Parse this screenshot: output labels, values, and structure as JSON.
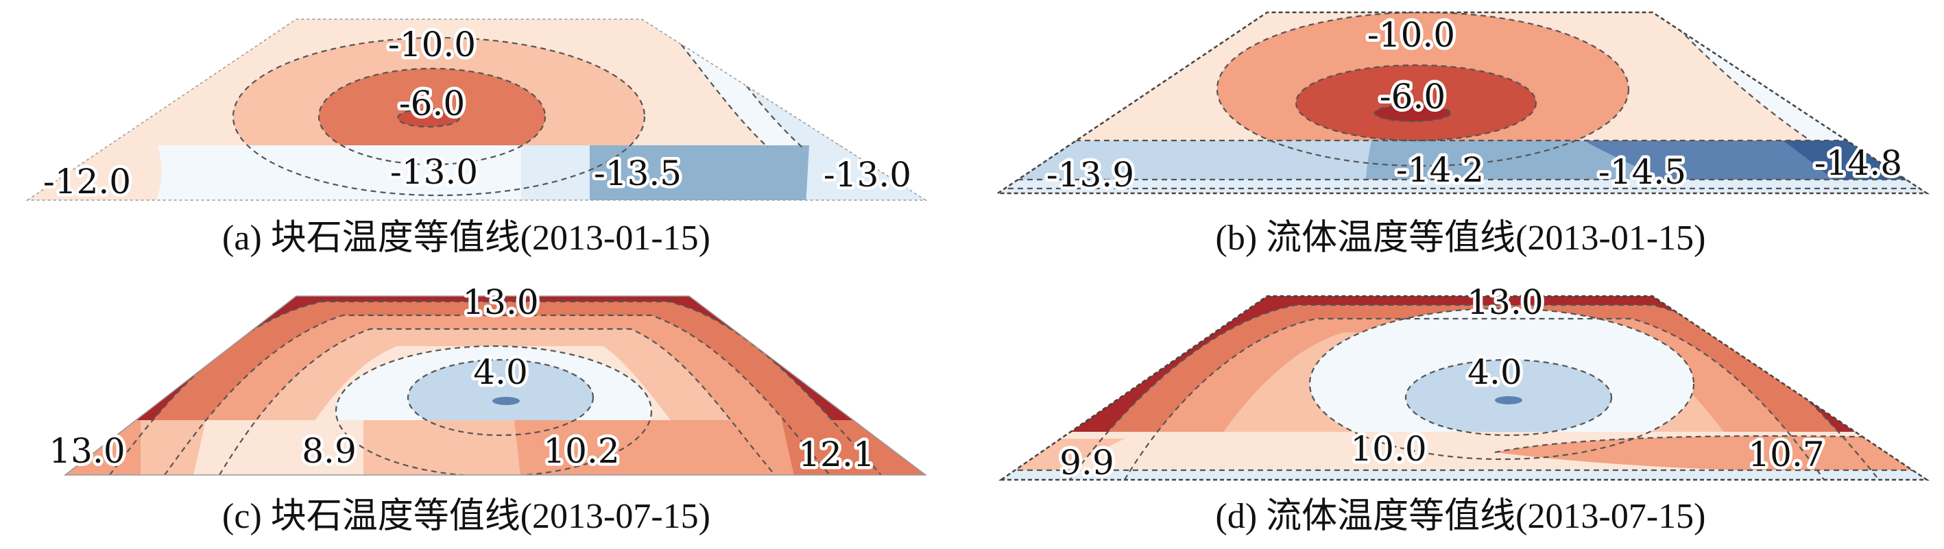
{
  "colors": {
    "warm_1": "#fce6d8",
    "warm_2": "#f8c3a8",
    "warm_3": "#f3a283",
    "warm_4": "#e27a5d",
    "warm_5": "#cc4f40",
    "warm_6": "#a8282c",
    "cool_0": "#f3f8fc",
    "cool_1": "#e1edf7",
    "cool_2": "#c3d8ea",
    "cool_3": "#8fb2cf",
    "cool_4": "#5d82b1",
    "cool_5": "#3a5f95"
  },
  "panels": [
    {
      "caption": "(a) 块石温度等值线(2013-01-15)",
      "labels": [
        "-10.0",
        "-6.0",
        "-12.0",
        "-13.0",
        "-13.5",
        "-13.0"
      ]
    },
    {
      "caption": "(b) 流体温度等值线(2013-01-15)",
      "labels": [
        "-10.0",
        "-6.0",
        "-13.9",
        "-14.2",
        "-14.5",
        "-14.8"
      ]
    },
    {
      "caption": "(c) 块石温度等值线(2013-07-15)",
      "labels": [
        "13.0",
        "4.0",
        "13.0",
        "8.9",
        "10.2",
        "12.1"
      ]
    },
    {
      "caption": "(d) 流体温度等值线(2013-07-15)",
      "labels": [
        "13.0",
        "4.0",
        "9.9",
        "10.0",
        "10.7"
      ]
    }
  ]
}
